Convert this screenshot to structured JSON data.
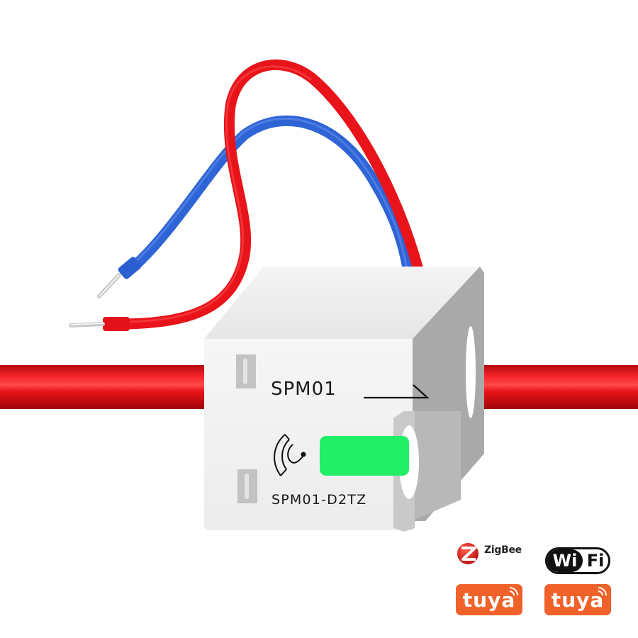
{
  "product": {
    "model_label": "SPM01",
    "sku_label": "SPM01-D2TZ",
    "description": "Clamp-on smart power meter with red and blue lead wires, clamped around a red cable",
    "indicator_color": "#22ee66",
    "body_color": "#f2f2f2",
    "side_color": "#a9a9a9"
  },
  "wires": {
    "live_color": "#e8141a",
    "neutral_color": "#2f64d6",
    "main_cable_color": "#e0121a"
  },
  "icons": {
    "nfc": "nfc-tap-icon",
    "direction_arrow": "current-direction-arrow-icon"
  },
  "badges": {
    "zigbee": {
      "label": "ZigBee",
      "color": "#d9221c"
    },
    "wifi": {
      "wi": "Wi",
      "fi": "Fi"
    },
    "tuya_left": {
      "label": "tuya",
      "color": "#f0622a"
    },
    "tuya_right": {
      "label": "tuya",
      "color": "#f0622a"
    }
  }
}
